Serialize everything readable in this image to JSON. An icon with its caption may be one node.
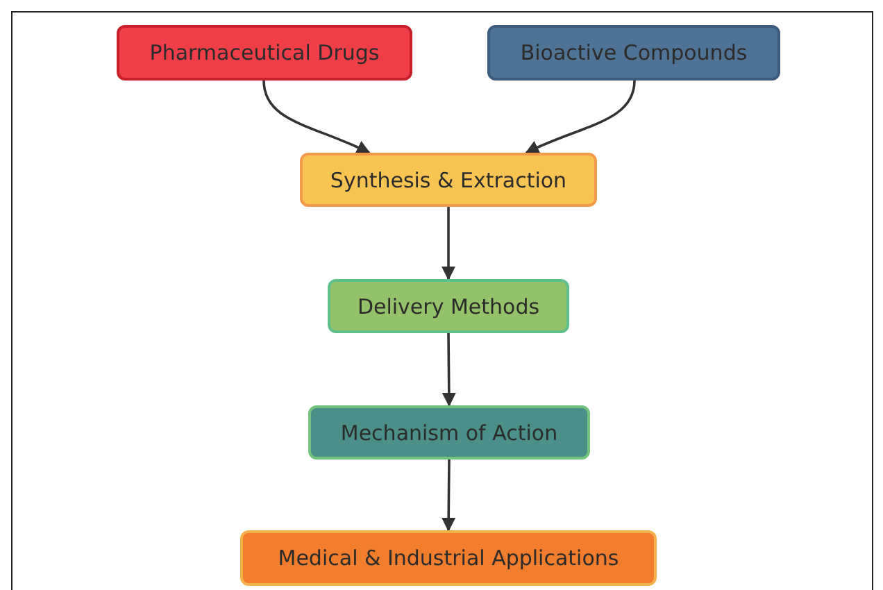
{
  "diagram": {
    "nodes": [
      {
        "text": [
          "Pharmaceutical Drugs"
        ]
      },
      {
        "text": [
          "Bioactive Compounds"
        ]
      },
      {
        "text": [
          "Synthesis & Extraction"
        ]
      },
      {
        "text": [
          "Delivery Methods"
        ]
      },
      {
        "text": [
          "Mechanism of Action"
        ]
      },
      {
        "text": [
          "Medical & Industrial Applications"
        ]
      }
    ],
    "edges": [
      {
        "from": 0,
        "to": 2,
        "arrow": "to"
      },
      {
        "from": 1,
        "to": 2,
        "arrow": "to"
      },
      {
        "from": 2,
        "to": 3,
        "arrow": "to"
      },
      {
        "from": 3,
        "to": 4,
        "arrow": "to"
      },
      {
        "from": 4,
        "to": 5,
        "arrow": "to"
      }
    ]
  }
}
